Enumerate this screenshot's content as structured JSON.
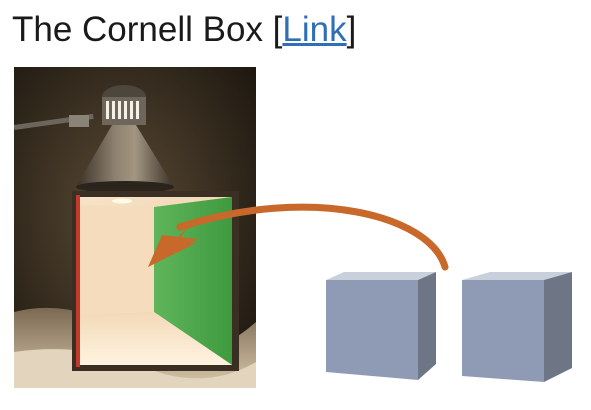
{
  "slide": {
    "title_text": "The Cornell Box [",
    "title_link": "Link",
    "title_close": "]"
  },
  "icons": {
    "photo": "cornell-box-photo",
    "arrow": "curved-arrow-icon",
    "cubes": [
      "cube-icon",
      "cube-icon"
    ]
  },
  "colors": {
    "link": "#2f6fb7",
    "arrow": "#c8682a",
    "cube_front": "#8f9bb5",
    "cube_top": "#c9d0dc",
    "cube_side": "#6e7686",
    "wall_green": "#4aa94a",
    "wall_red": "#c43a2a"
  }
}
